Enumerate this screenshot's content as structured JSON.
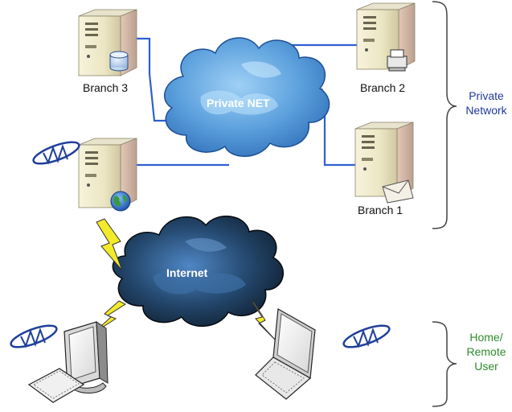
{
  "diagram": {
    "clouds": {
      "private": "Private NET",
      "internet": "Internet"
    },
    "servers": {
      "branch3": "Branch 3",
      "branch2": "Branch 2",
      "branch1": "Branch 1"
    },
    "groups": {
      "private_network": [
        "Private",
        "Network"
      ],
      "home_remote": [
        "Home/",
        "Remote",
        "User"
      ]
    },
    "colors": {
      "link_line": "#2f5fd0",
      "private_group_text": "#1f3a9a",
      "home_group_text": "#2e8b2e",
      "bolt": "#f3ea2a",
      "private_cloud": "#6aaee6",
      "internet_cloud": "#1f3347"
    },
    "icons": [
      "server-icon",
      "database-icon",
      "printer-icon",
      "envelope-icon",
      "globe-icon",
      "vnn-logo",
      "lightning-icon",
      "desktop-computer-icon",
      "laptop-icon",
      "brace-icon"
    ]
  }
}
